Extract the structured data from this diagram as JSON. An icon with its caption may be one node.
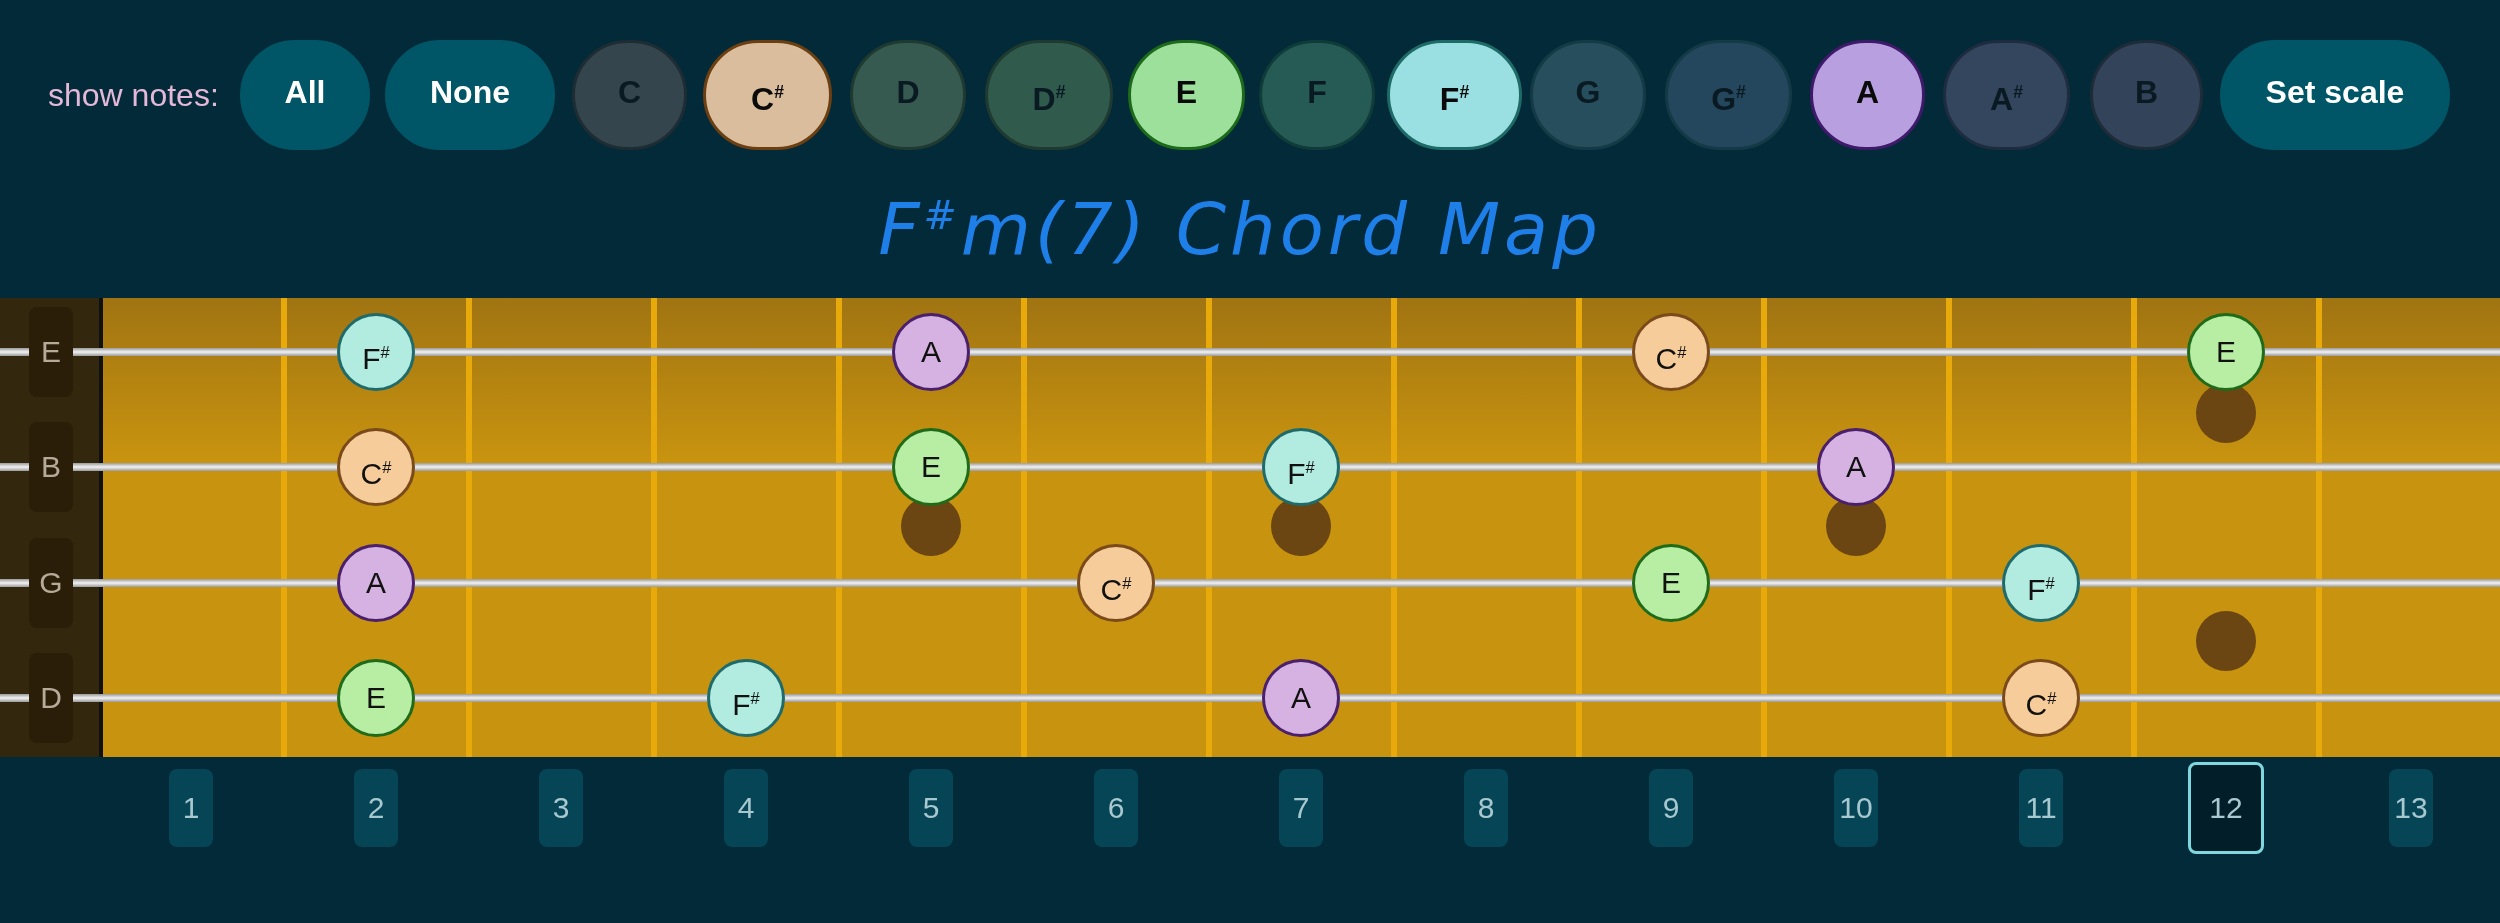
{
  "diagram": {
    "title": "F$^{#}$m(7) Chord Map",
    "nodes": [
      {
        "text": [
          "All"
        ]
      },
      {
        "text": [
          "None"
        ]
      },
      {
        "text": [
          "C"
        ]
      },
      {
        "text": [
          "C$^{#}$"
        ]
      },
      {
        "text": [
          "D"
        ]
      },
      {
        "text": [
          "D$^{#}$"
        ]
      },
      {
        "text": [
          "E"
        ]
      },
      {
        "text": [
          "F"
        ]
      },
      {
        "text": [
          "F$^{#}$"
        ]
      },
      {
        "text": [
          "G"
        ]
      },
      {
        "text": [
          "G$^{#}$"
        ]
      },
      {
        "text": [
          "A"
        ]
      },
      {
        "text": [
          "A$^{#}$"
        ]
      },
      {
        "text": [
          "B"
        ]
      },
      {
        "text": [
          "Set scale"
        ]
      },
      {
        "text": [],
        "shape": "box"
      },
      {
        "text": [
          "E"
        ]
      },
      {
        "text": [
          "B"
        ]
      },
      {
        "text": [
          "G"
        ]
      },
      {
        "text": [
          "D"
        ]
      },
      {
        "text": [
          "F$^{#}$"
        ],
        "in": 15
      },
      {
        "text": [
          "A"
        ],
        "in": 15
      },
      {
        "text": [
          "C$^{#}$"
        ],
        "in": 15
      },
      {
        "text": [
          "E"
        ],
        "in": 15
      },
      {
        "text": [
          "C$^{#}$"
        ],
        "in": 15
      },
      {
        "text": [
          "E"
        ],
        "in": 15
      },
      {
        "text": [
          "F$^{#}$"
        ],
        "in": 15
      },
      {
        "text": [
          "A"
        ],
        "in": 15
      },
      {
        "text": [
          "A"
        ],
        "in": 15
      },
      {
        "text": [
          "C$^{#}$"
        ],
        "in": 15
      },
      {
        "text": [
          "E"
        ],
        "in": 15
      },
      {
        "text": [
          "F$^{#}$"
        ],
        "in": 15
      },
      {
        "text": [
          "E"
        ],
        "in": 15
      },
      {
        "text": [
          "F$^{#}$"
        ],
        "in": 15
      },
      {
        "text": [
          "A"
        ],
        "in": 15
      },
      {
        "text": [
          "C$^{#}$"
        ],
        "in": 15
      },
      {
        "text": [
          "1"
        ]
      },
      {
        "text": [
          "2"
        ]
      },
      {
        "text": [
          "3"
        ]
      },
      {
        "text": [
          "4"
        ]
      },
      {
        "text": [
          "5"
        ]
      },
      {
        "text": [
          "6"
        ]
      },
      {
        "text": [
          "7"
        ]
      },
      {
        "text": [
          "8"
        ]
      },
      {
        "text": [
          "9"
        ]
      },
      {
        "text": [
          "10"
        ]
      },
      {
        "text": [
          "11"
        ]
      },
      {
        "text": [
          "12"
        ]
      },
      {
        "text": [
          "13"
        ]
      }
    ],
    "labels": [
      "show notes:"
    ]
  }
}
